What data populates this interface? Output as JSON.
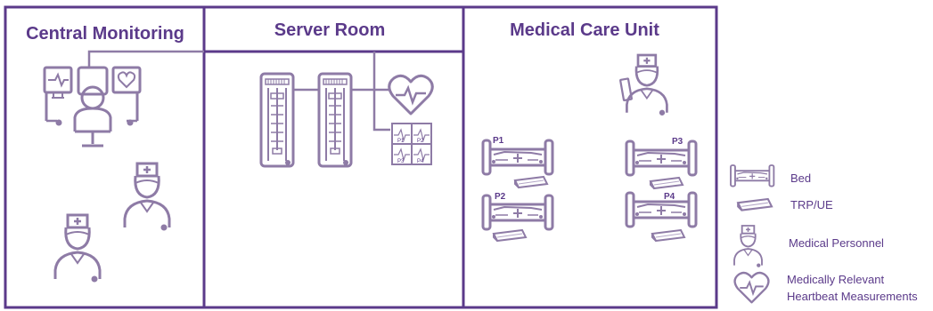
{
  "sections": {
    "central_monitoring": "Central Monitoring",
    "server_room": "Server Room",
    "medical_care_unit": "Medical Care Unit"
  },
  "patients": {
    "p1": "P1",
    "p2": "P2",
    "p3": "P3",
    "p4": "P4"
  },
  "legend": {
    "bed": "Bed",
    "trp_ue": "TRP/UE",
    "medical_personnel": "Medical Personnel",
    "heartbeat_line1": "Medically Relevant",
    "heartbeat_line2": "Heartbeat Measurements"
  },
  "colors": {
    "primary": "#5b3a8a",
    "icon": "#8e7ba6",
    "icon_light": "#b3a6c6"
  }
}
